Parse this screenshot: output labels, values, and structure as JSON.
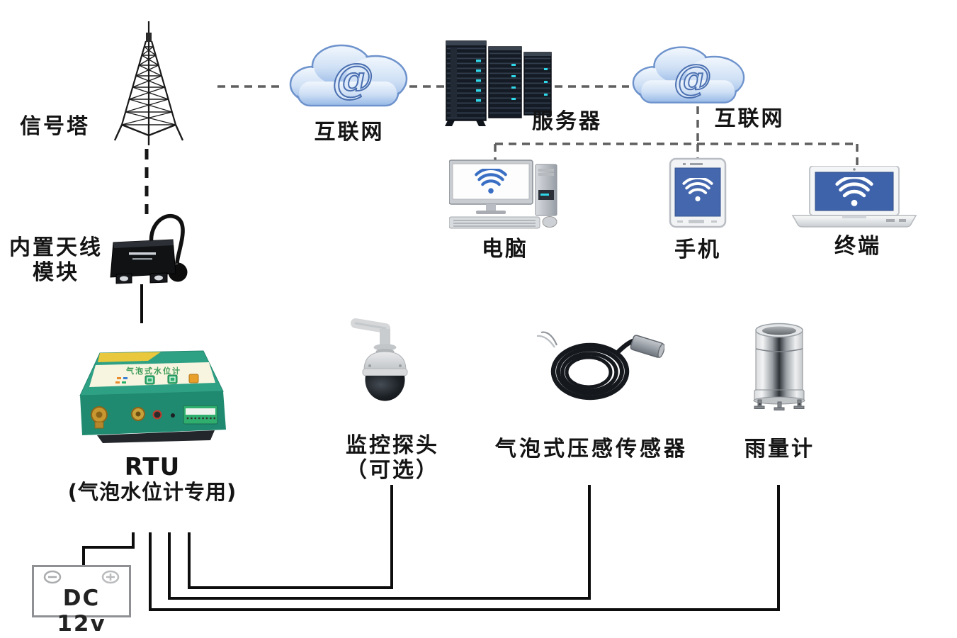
{
  "diagram": {
    "kind": "network-architecture",
    "language": "zh-CN"
  },
  "nodes": {
    "signal_tower": {
      "label": "信号塔"
    },
    "internet_left": {
      "label": "互联网"
    },
    "server": {
      "label": "服务器"
    },
    "internet_right": {
      "label": "互联网"
    },
    "computer": {
      "label": "电脑"
    },
    "phone": {
      "label": "手机"
    },
    "terminal": {
      "label": "终端"
    },
    "antenna_module": {
      "label": [
        "内置天线",
        "模块"
      ]
    },
    "rtu": {
      "label": [
        "RTU",
        "(气泡水位计专用)"
      ],
      "panel_text": "气泡式水位计"
    },
    "camera": {
      "label": [
        "监控探头",
        "（可选）"
      ]
    },
    "pressure_sensor": {
      "label": "气泡式压感传感器"
    },
    "rain_gauge": {
      "label": "雨量计"
    },
    "power": {
      "label": "DC 12v"
    }
  },
  "icons": {
    "at_glyph": "@",
    "signal_tower": "lattice-tower-icon",
    "internet": "cloud-at-icon",
    "server": "server-rack-icon",
    "computer": "desktop-pc-wifi-icon",
    "phone": "tablet-phone-wifi-icon",
    "terminal": "laptop-wifi-icon",
    "antenna_module": "antenna-module-icon",
    "rtu": "rtu-device-icon",
    "camera": "ptz-dome-camera-icon",
    "pressure_sensor": "cable-coil-sensor-icon",
    "rain_gauge": "rain-gauge-icon",
    "power": "battery-dc12v-icon",
    "wifi": "wifi-icon",
    "battery_minus": "minus-terminal-icon",
    "battery_plus": "plus-terminal-icon"
  },
  "colors": {
    "cloud_blue": "#a9c7ec",
    "cloud_stroke": "#6d92cc",
    "screen_blue": "#4467ae",
    "rtu_green": "#2ea185",
    "rtu_panel_cream": "#f7f4df",
    "accent_yellow": "#e9c83e",
    "led_cyan": "#2fd8e8",
    "solid_line": "#0d0d0d",
    "dashed_line": "#5f5f5f"
  }
}
